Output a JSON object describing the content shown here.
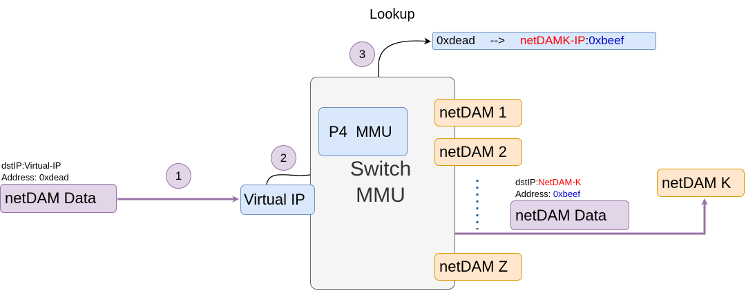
{
  "title": "Lookup",
  "lookup_entry": {
    "key": "0xdead",
    "arrow": "-->",
    "target": "netDAMK-IP",
    "sep": ":",
    "address": "0xbeef"
  },
  "switch": {
    "line1": "Switch",
    "line2": "MMU"
  },
  "p4_mmu": "P4  MMU",
  "virtual_ip": "Virtual IP",
  "nodes": {
    "nd1": "netDAM 1",
    "nd2": "netDAM 2",
    "ndz": "netDAM Z",
    "ndk": "netDAM K"
  },
  "packet_in": {
    "dst_label": "dstIP:",
    "dst_value": "Virtual-IP",
    "addr_label": "Address: ",
    "addr_value": "0xdead",
    "body": "netDAM Data"
  },
  "packet_out": {
    "dst_label": "dstIP:",
    "dst_value": "NetDAM-K",
    "addr_label": "Address: ",
    "addr_value": "0xbeef",
    "body": "netDAM Data"
  },
  "steps": [
    "1",
    "2",
    "3"
  ],
  "colors": {
    "flow_line": "#9673a6",
    "red_text": "#ff0000",
    "blue_text": "#0000cc",
    "blue_fill": "#dae8fc",
    "orange_fill": "#ffe6cc",
    "purple_fill": "#e1d5e7"
  }
}
